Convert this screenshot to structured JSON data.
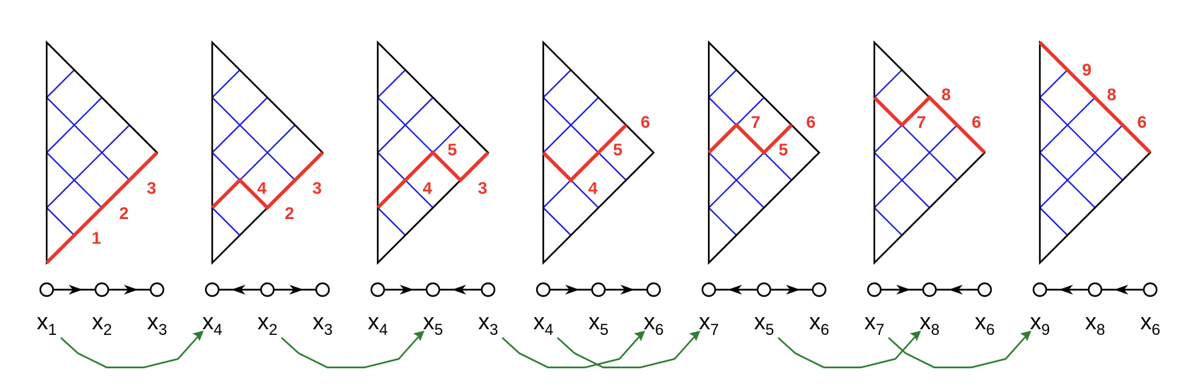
{
  "diagram": {
    "panels": [
      {
        "labels": [
          "1",
          "2",
          "3"
        ],
        "quiver": {
          "vars": [
            {
              "base": "x",
              "sub": "1"
            },
            {
              "base": "x",
              "sub": "2"
            },
            {
              "base": "x",
              "sub": "3"
            }
          ],
          "arrows": [
            "right",
            "right"
          ]
        }
      },
      {
        "labels": [
          "4",
          "2",
          "3"
        ],
        "quiver": {
          "vars": [
            {
              "base": "x",
              "sub": "4"
            },
            {
              "base": "x",
              "sub": "2"
            },
            {
              "base": "x",
              "sub": "3"
            }
          ],
          "arrows": [
            "left",
            "right"
          ]
        }
      },
      {
        "labels": [
          "4",
          "5",
          "3"
        ],
        "quiver": {
          "vars": [
            {
              "base": "x",
              "sub": "4"
            },
            {
              "base": "x",
              "sub": "5"
            },
            {
              "base": "x",
              "sub": "3"
            }
          ],
          "arrows": [
            "right",
            "left"
          ]
        }
      },
      {
        "labels": [
          "4",
          "5",
          "6"
        ],
        "quiver": {
          "vars": [
            {
              "base": "x",
              "sub": "4"
            },
            {
              "base": "x",
              "sub": "5"
            },
            {
              "base": "x",
              "sub": "6"
            }
          ],
          "arrows": [
            "right",
            "right"
          ]
        }
      },
      {
        "labels": [
          "7",
          "5",
          "6"
        ],
        "quiver": {
          "vars": [
            {
              "base": "x",
              "sub": "7"
            },
            {
              "base": "x",
              "sub": "5"
            },
            {
              "base": "x",
              "sub": "6"
            }
          ],
          "arrows": [
            "left",
            "right"
          ]
        }
      },
      {
        "labels": [
          "7",
          "8",
          "6"
        ],
        "quiver": {
          "vars": [
            {
              "base": "x",
              "sub": "7"
            },
            {
              "base": "x",
              "sub": "8"
            },
            {
              "base": "x",
              "sub": "6"
            }
          ],
          "arrows": [
            "right",
            "left"
          ]
        }
      },
      {
        "labels": [
          "9",
          "8",
          "6"
        ],
        "quiver": {
          "vars": [
            {
              "base": "x",
              "sub": "9"
            },
            {
              "base": "x",
              "sub": "8"
            },
            {
              "base": "x",
              "sub": "6"
            }
          ],
          "arrows": [
            "left",
            "left"
          ]
        }
      }
    ],
    "mutations": [
      {
        "from": {
          "panel": 0,
          "var": 0
        },
        "to": {
          "panel": 1,
          "var": 0
        }
      },
      {
        "from": {
          "panel": 1,
          "var": 1
        },
        "to": {
          "panel": 2,
          "var": 1
        }
      },
      {
        "from": {
          "panel": 2,
          "var": 2
        },
        "to": {
          "panel": 3,
          "var": 2
        }
      },
      {
        "from": {
          "panel": 3,
          "var": 0
        },
        "to": {
          "panel": 4,
          "var": 0
        }
      },
      {
        "from": {
          "panel": 4,
          "var": 1
        },
        "to": {
          "panel": 5,
          "var": 1
        }
      },
      {
        "from": {
          "panel": 5,
          "var": 0
        },
        "to": {
          "panel": 6,
          "var": 0
        }
      }
    ],
    "colors": {
      "triangle": "#000000",
      "grid": "#1a1ae6",
      "path": "#e8382d",
      "mutation_arrow": "#2e7d32"
    }
  }
}
